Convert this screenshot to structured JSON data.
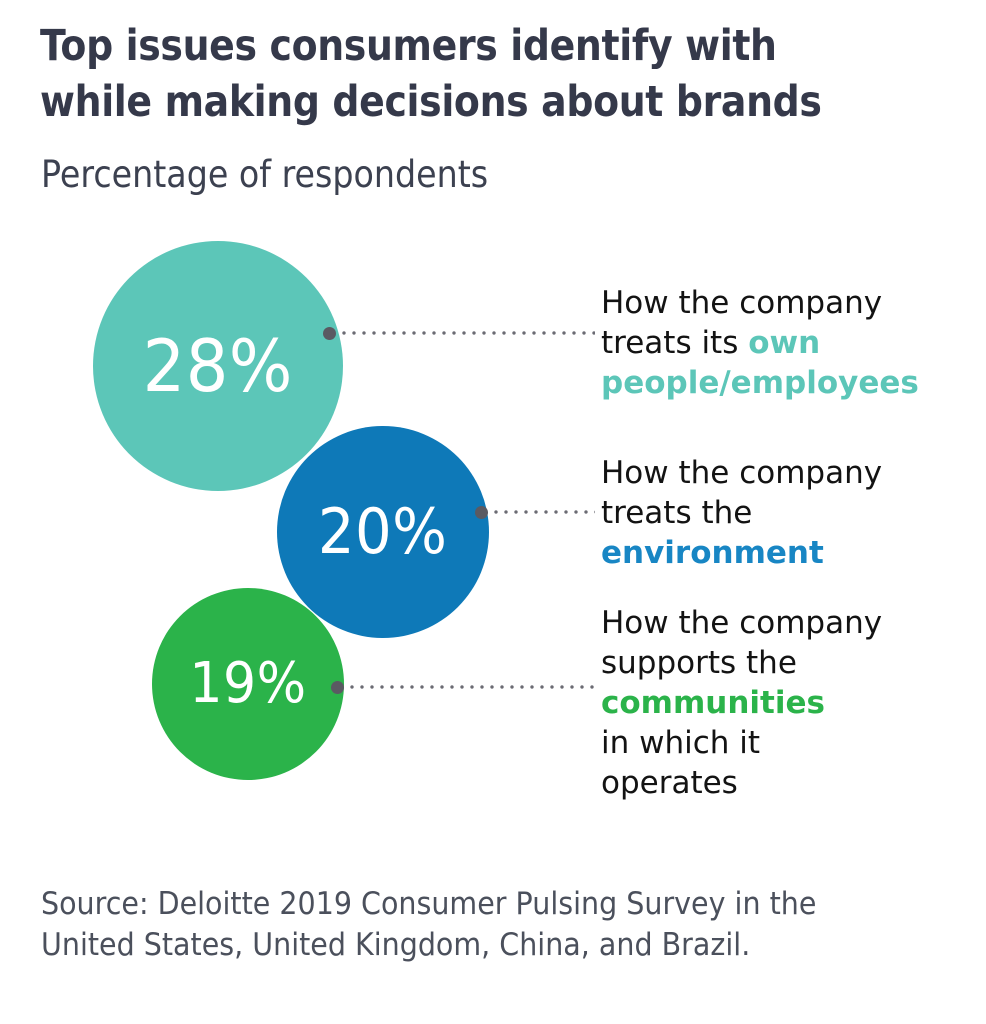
{
  "header": {
    "title_lines": [
      "Top issues consumers identify with",
      "while making decisions about brands"
    ],
    "subtitle": "Percentage of respondents"
  },
  "chart_data": {
    "type": "bubble",
    "title": "Top issues consumers identify with while making decisions about brands",
    "subtitle": "Percentage of respondents",
    "xlabel": "",
    "ylabel": "",
    "unit": "%",
    "grid": false,
    "legend": "none",
    "axis_shown": false,
    "categories": [
      "How the company treats its own people/employees",
      "How the company treats the environment",
      "How the company supports the communities in which it operates"
    ],
    "values": [
      28,
      20,
      19
    ],
    "value_labels": [
      "28%",
      "20%",
      "19%"
    ],
    "colors": [
      "#5cc6b8",
      "#0e79b8",
      "#2bb34a"
    ],
    "source": "Source: Deloitte 2019 Consumer Pulsing Survey in the United States, United Kingdom, China, and Brazil."
  },
  "bubbles": [
    {
      "value_label": "28%",
      "color": "#5cc6b8"
    },
    {
      "value_label": "20%",
      "color": "#0e79b8"
    },
    {
      "value_label": "19%",
      "color": "#2bb34a"
    }
  ],
  "callouts": [
    {
      "lines": [
        [
          {
            "t": "How the company",
            "hi": false
          }
        ],
        [
          {
            "t": "treats its ",
            "hi": false
          },
          {
            "t": "own",
            "hi": true
          }
        ],
        [
          {
            "t": "people/employees",
            "hi": true
          }
        ]
      ],
      "highlight_color": "#5cc6b8"
    },
    {
      "lines": [
        [
          {
            "t": "How the company",
            "hi": false
          }
        ],
        [
          {
            "t": "treats the",
            "hi": false
          }
        ],
        [
          {
            "t": "environment",
            "hi": true
          }
        ]
      ],
      "highlight_color": "#1886c4"
    },
    {
      "lines": [
        [
          {
            "t": "How the company",
            "hi": false
          }
        ],
        [
          {
            "t": "supports the",
            "hi": false
          }
        ],
        [
          {
            "t": "communities",
            "hi": true
          }
        ],
        [
          {
            "t": "in which it",
            "hi": false
          }
        ],
        [
          {
            "t": "operates",
            "hi": false
          }
        ]
      ],
      "highlight_color": "#2bb34a"
    }
  ],
  "source": {
    "lines": [
      "Source: Deloitte 2019 Consumer Pulsing Survey in the",
      "United States, United Kingdom, China, and Brazil."
    ]
  }
}
